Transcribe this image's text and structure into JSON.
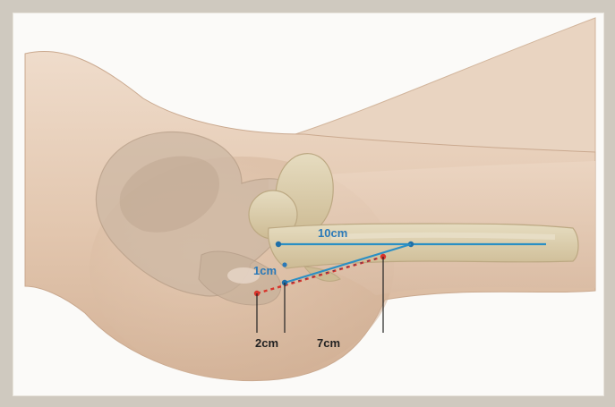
{
  "figure": {
    "colors": {
      "frame": "#cfc9bf",
      "panel": "#fbfaf8",
      "skin": "#dfc4ad",
      "bone": "#d9cba8",
      "blue_line": "#2b8fc4",
      "blue_label": "#2b79b8",
      "red_marker": "#d8342b",
      "dark_text": "#222222"
    },
    "labels": {
      "ten_cm": "10cm",
      "one_cm": "1cm",
      "two_cm": "2cm",
      "seven_cm": "7cm"
    }
  }
}
